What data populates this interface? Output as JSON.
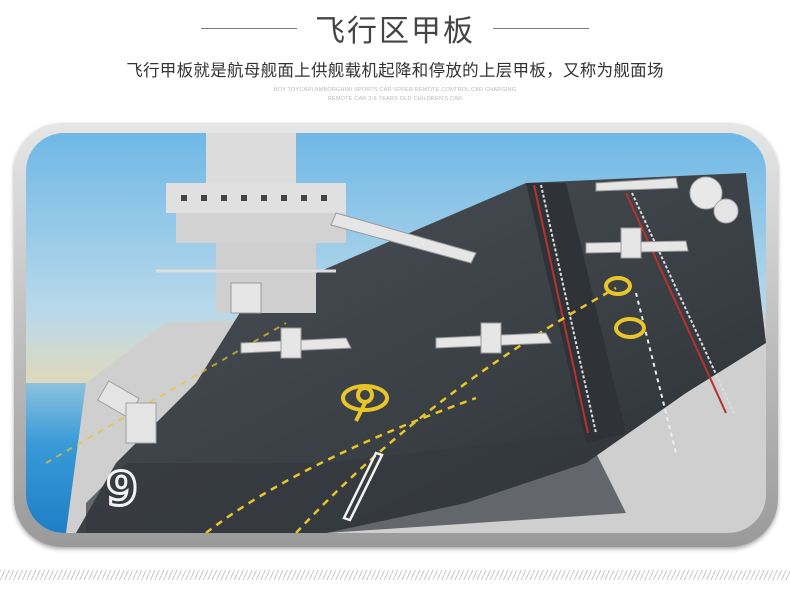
{
  "header": {
    "title": "飞行区甲板",
    "subtitle": "飞行甲板就是航母舰面上供舰载机起降和停放的上层甲板，又称为舰面场",
    "tagline_line1": "BOY TOYCARLAMBORGHINI SPORTS CAR SPPER REMOTE CONTROL CAR CHARGING",
    "tagline_line2": "REMOTE CAR 3-6 YEARS OLD CHILDREN'S CAR"
  },
  "image": {
    "description": "Brick-built aircraft carrier model on the sea with fighter jets and helicopters on the flight deck",
    "deck_number": "9",
    "colors": {
      "deck": "#3c4146",
      "deck_line_yellow": "#e8c62a",
      "deck_line_red": "#b8322c",
      "hull_gray": "#d8d8d8",
      "sky_top": "#6fb8e6",
      "sky_bottom": "#f0d9a8",
      "sea": "#2f93d6"
    }
  }
}
